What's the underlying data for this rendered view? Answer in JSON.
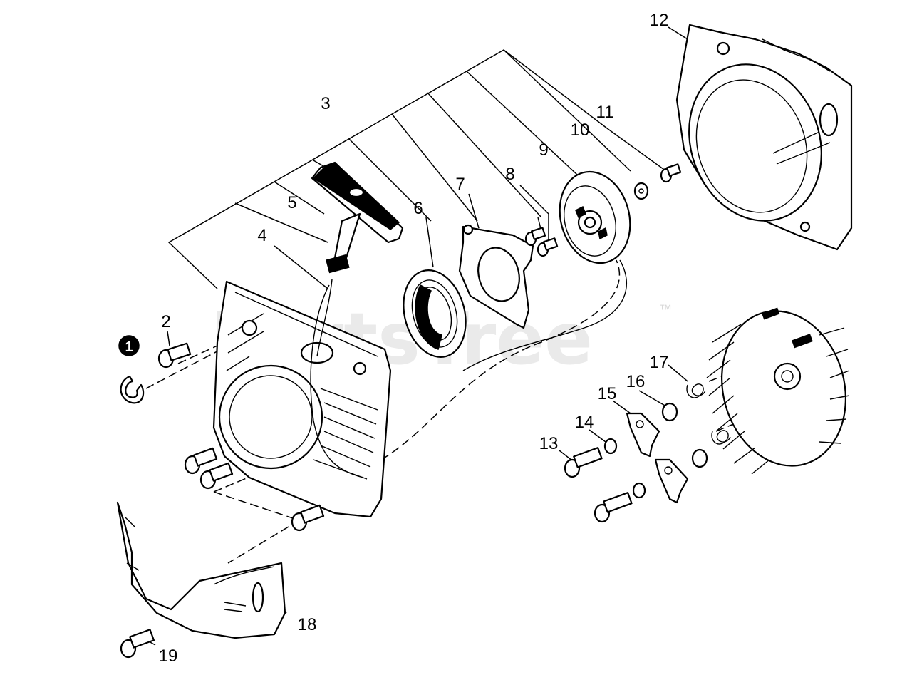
{
  "watermark": {
    "text": "PartsTree",
    "trademark": "™"
  },
  "callouts": {
    "c1": "1",
    "c2": "2",
    "c3": "3",
    "c4": "4",
    "c5": "5",
    "c6": "6",
    "c7": "7",
    "c8": "8",
    "c9": "9",
    "c10": "10",
    "c11": "11",
    "c12": "12",
    "c13": "13",
    "c14": "14",
    "c15": "15",
    "c16": "16",
    "c17": "17",
    "c18": "18",
    "c19": "19"
  }
}
